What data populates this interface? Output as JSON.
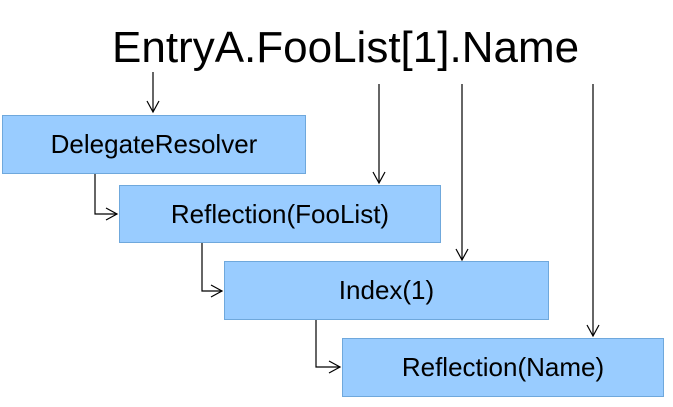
{
  "expression": "EntryA.FooList[1].Name",
  "boxes": [
    {
      "label": "DelegateResolver"
    },
    {
      "label": "Reflection(FooList)"
    },
    {
      "label": "Index(1)"
    },
    {
      "label": "Reflection(Name)"
    }
  ],
  "colors": {
    "box_fill": "#99ccff",
    "box_border": "#6fa8dc",
    "text": "#000000",
    "lines": "#000000"
  }
}
